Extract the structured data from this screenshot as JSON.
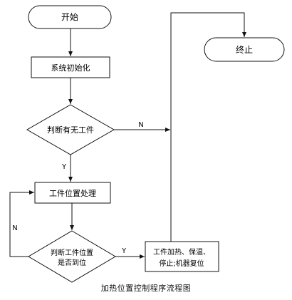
{
  "flowchart": {
    "caption": "加热位置控制程序流程图",
    "nodes": {
      "start": "开始",
      "init": "系统初始化",
      "check_workpiece": "判断有无工件",
      "process": "工件位置处理",
      "check_position_line1": "判断工件位置",
      "check_position_line2": "是否到位",
      "action_line1": "工件加热、保温、",
      "action_line2": "停止;机器复位",
      "end": "终止"
    },
    "edge_labels": {
      "check_workpiece_no": "N",
      "check_workpiece_yes": "Y",
      "check_position_no": "N",
      "check_position_yes": "Y"
    },
    "colors": {
      "stroke": "#111111",
      "text": "#111111",
      "background": "#ffffff"
    }
  }
}
